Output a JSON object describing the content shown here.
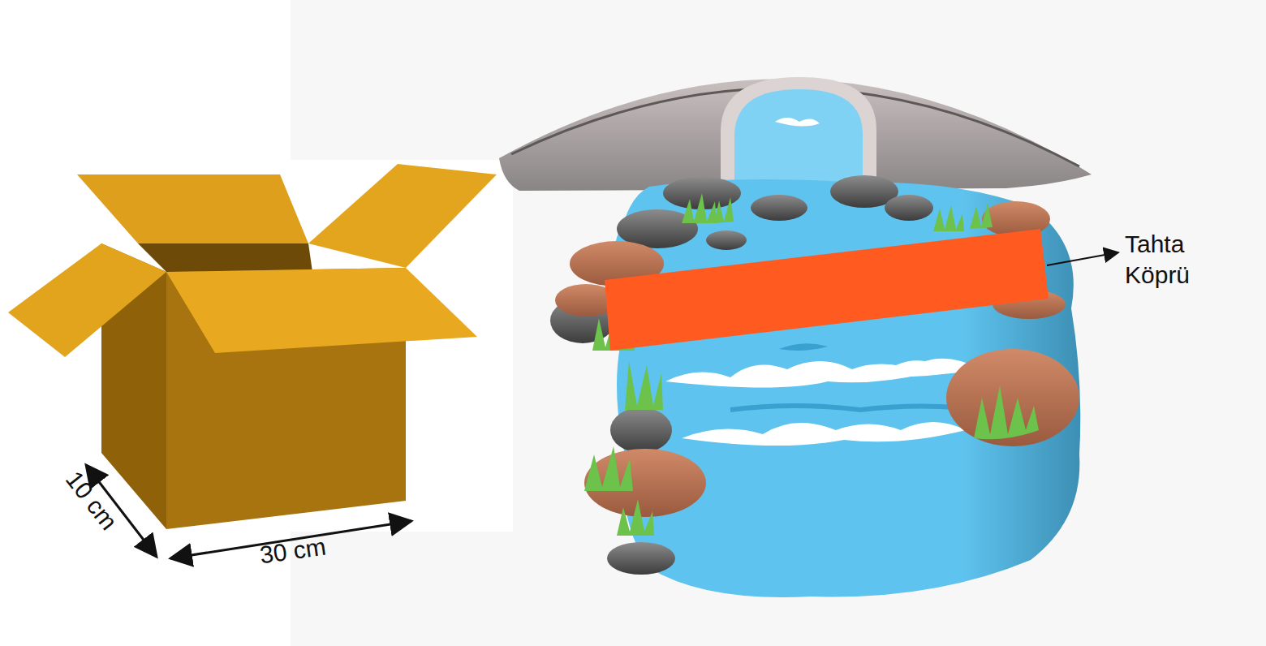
{
  "diagram": {
    "labels": [
      "10 cm",
      "30 cm",
      "Tahta Köprü"
    ]
  }
}
